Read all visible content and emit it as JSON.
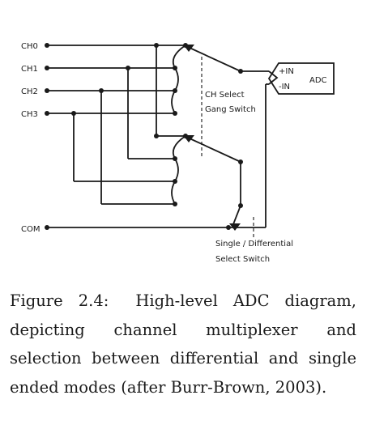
{
  "diagram": {
    "channels": [
      "CH0",
      "CH1",
      "CH2",
      "CH3"
    ],
    "common": "COM",
    "adc": {
      "label": "ADC",
      "plus_input": "+IN",
      "minus_input": "-IN"
    },
    "gang_switch": [
      "CH Select",
      "Gang Switch"
    ],
    "mode_switch": [
      "Single / Differential",
      "Select Switch"
    ]
  },
  "caption": {
    "label": "Figure 2.4:",
    "text": "High-level ADC diagram, depicting channel multiplexer and selection between differential and single ended modes (after Burr-Brown, 2003)."
  }
}
